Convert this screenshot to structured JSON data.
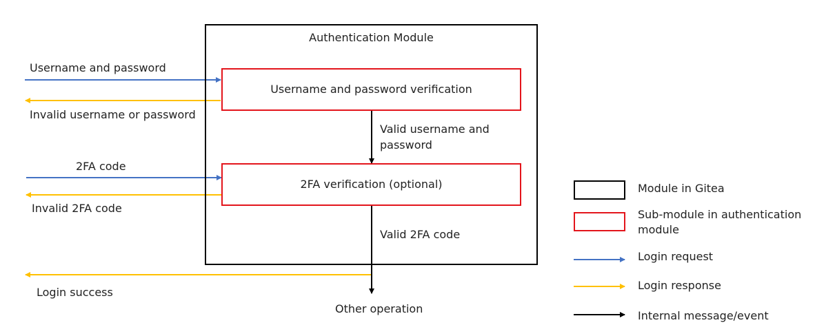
{
  "module": {
    "title": "Authentication Module"
  },
  "submodules": {
    "credentials": "Username and password verification",
    "twofa": "2FA verification (optional)"
  },
  "flows": {
    "username_password": "Username and password",
    "invalid_credentials": "Invalid username or password",
    "valid_credentials_line1": "Valid username and",
    "valid_credentials_line2": "password",
    "twofa_code": "2FA code",
    "invalid_twofa": "Invalid 2FA code",
    "valid_twofa": "Valid 2FA code",
    "login_success": "Login success",
    "other_operation": "Other operation"
  },
  "legend": {
    "module": "Module in Gitea",
    "submodule_line1": "Sub-module in authentication",
    "submodule_line2": "module",
    "login_request": "Login request",
    "login_response": "Login response",
    "internal": "Internal message/event"
  },
  "colors": {
    "request": "#4472c4",
    "response": "#ffc000",
    "internal": "#000000",
    "submodule_border": "#e3141b",
    "module_border": "#000000"
  }
}
